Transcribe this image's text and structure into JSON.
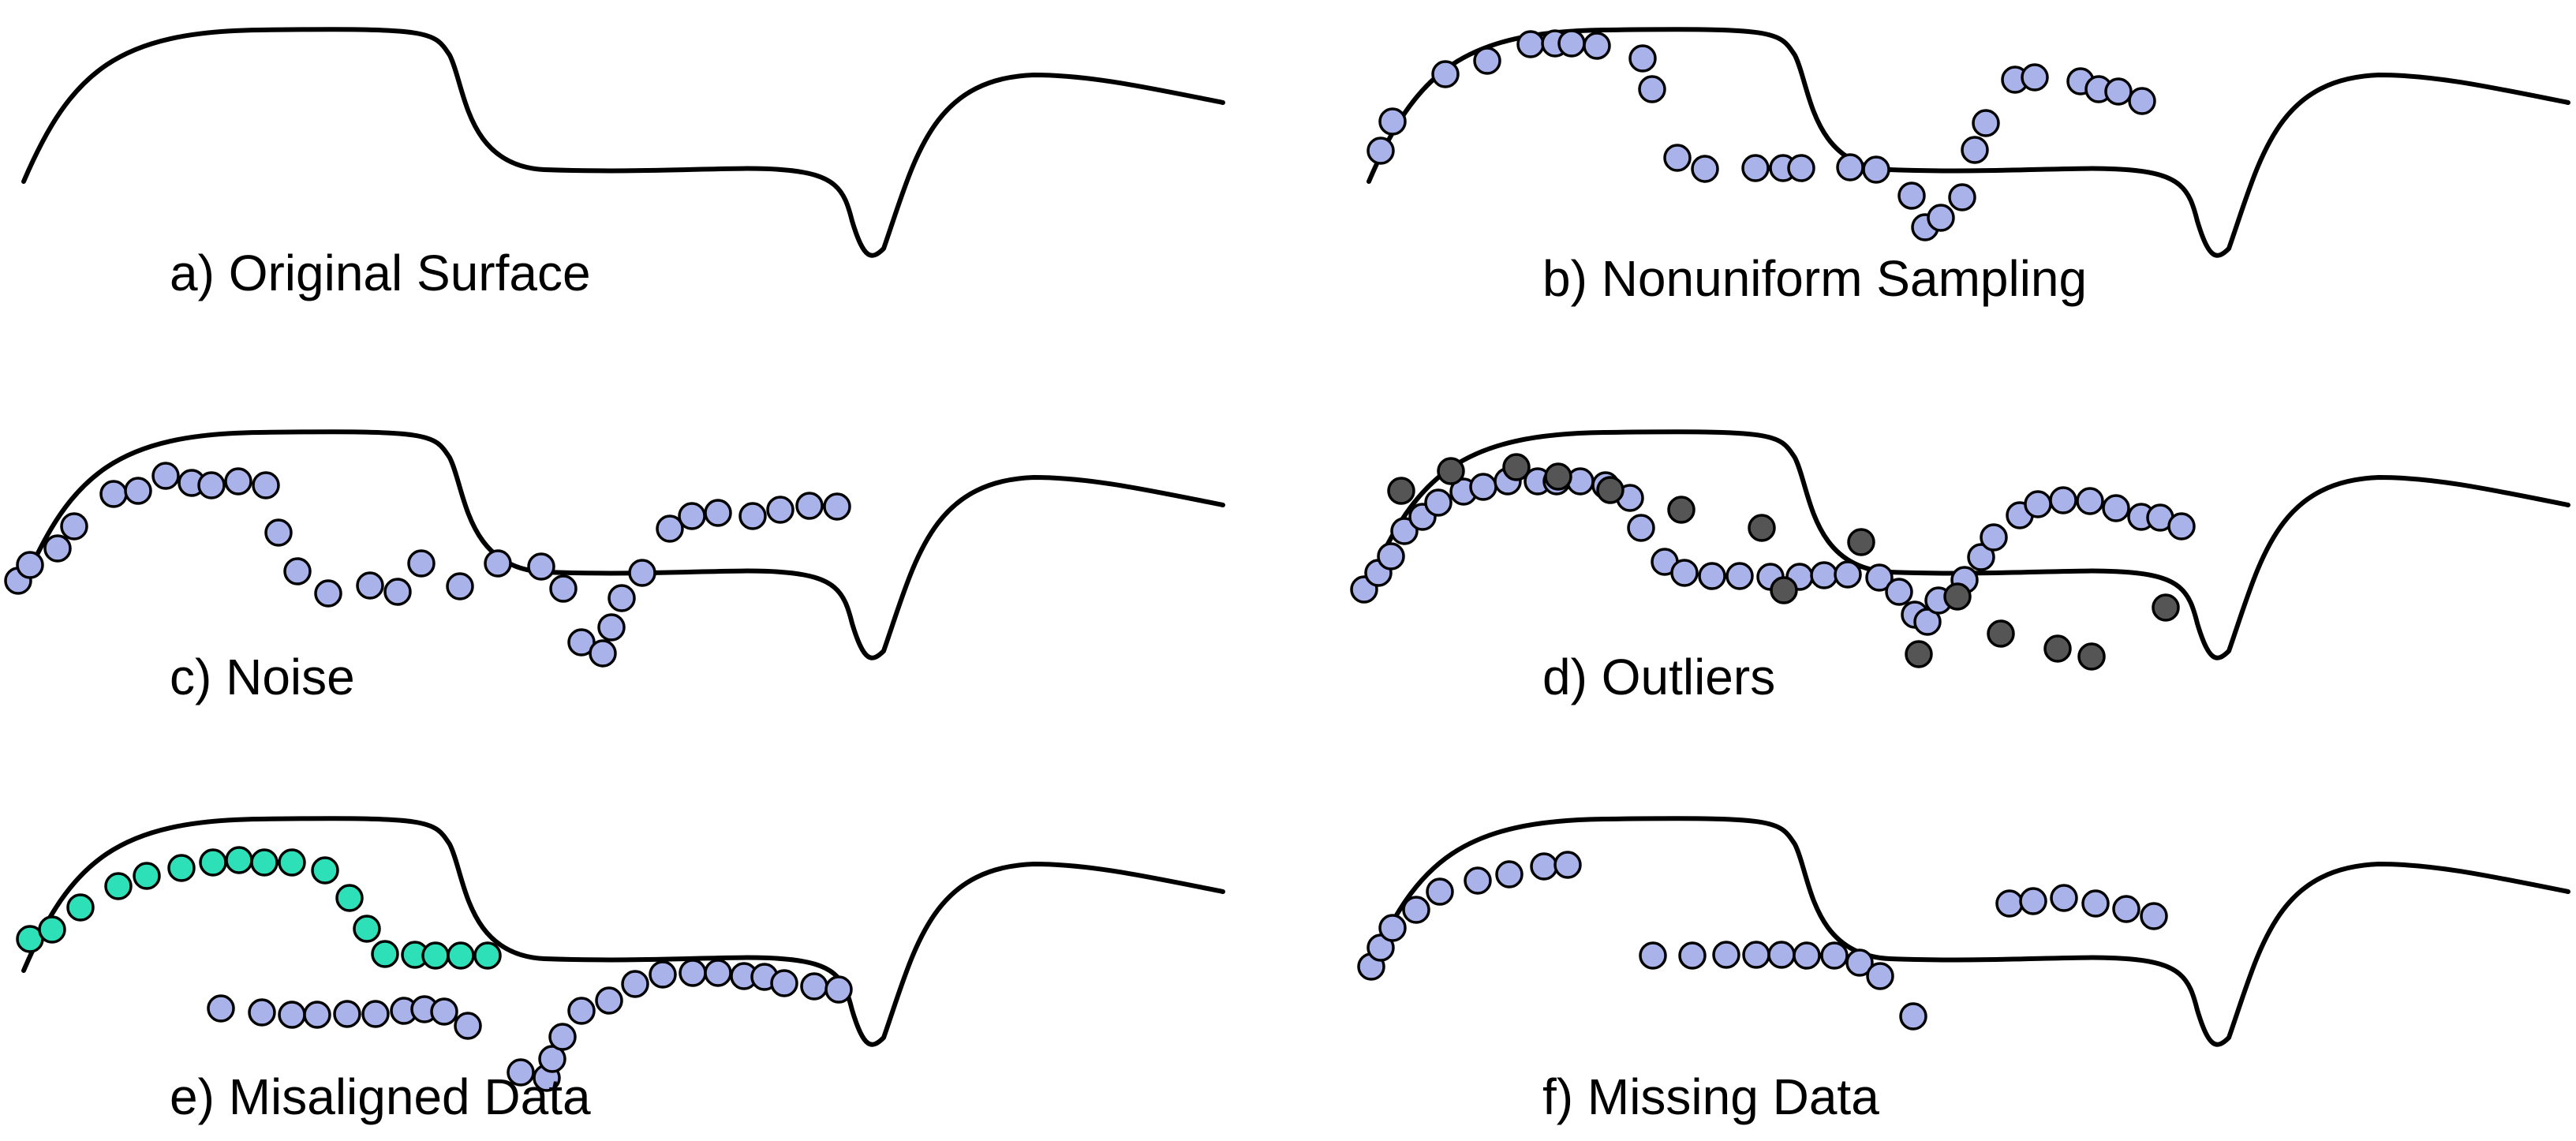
{
  "colors": {
    "background": "#ffffff",
    "curve": "#000000",
    "sample_point": "#aab2ea",
    "outlier_point": "#555555",
    "misaligned_point": "#2ee0b8"
  },
  "panels": [
    {
      "id": "a",
      "label": "a) Original Surface",
      "kind": "original"
    },
    {
      "id": "b",
      "label": "b) Nonuniform Sampling",
      "kind": "nonuniform"
    },
    {
      "id": "c",
      "label": "c) Noise",
      "kind": "noise"
    },
    {
      "id": "d",
      "label": "d) Outliers",
      "kind": "outliers"
    },
    {
      "id": "e",
      "label": "e) Misaligned Data",
      "kind": "misaligned"
    },
    {
      "id": "f",
      "label": "f) Missing Data",
      "kind": "missing"
    }
  ]
}
